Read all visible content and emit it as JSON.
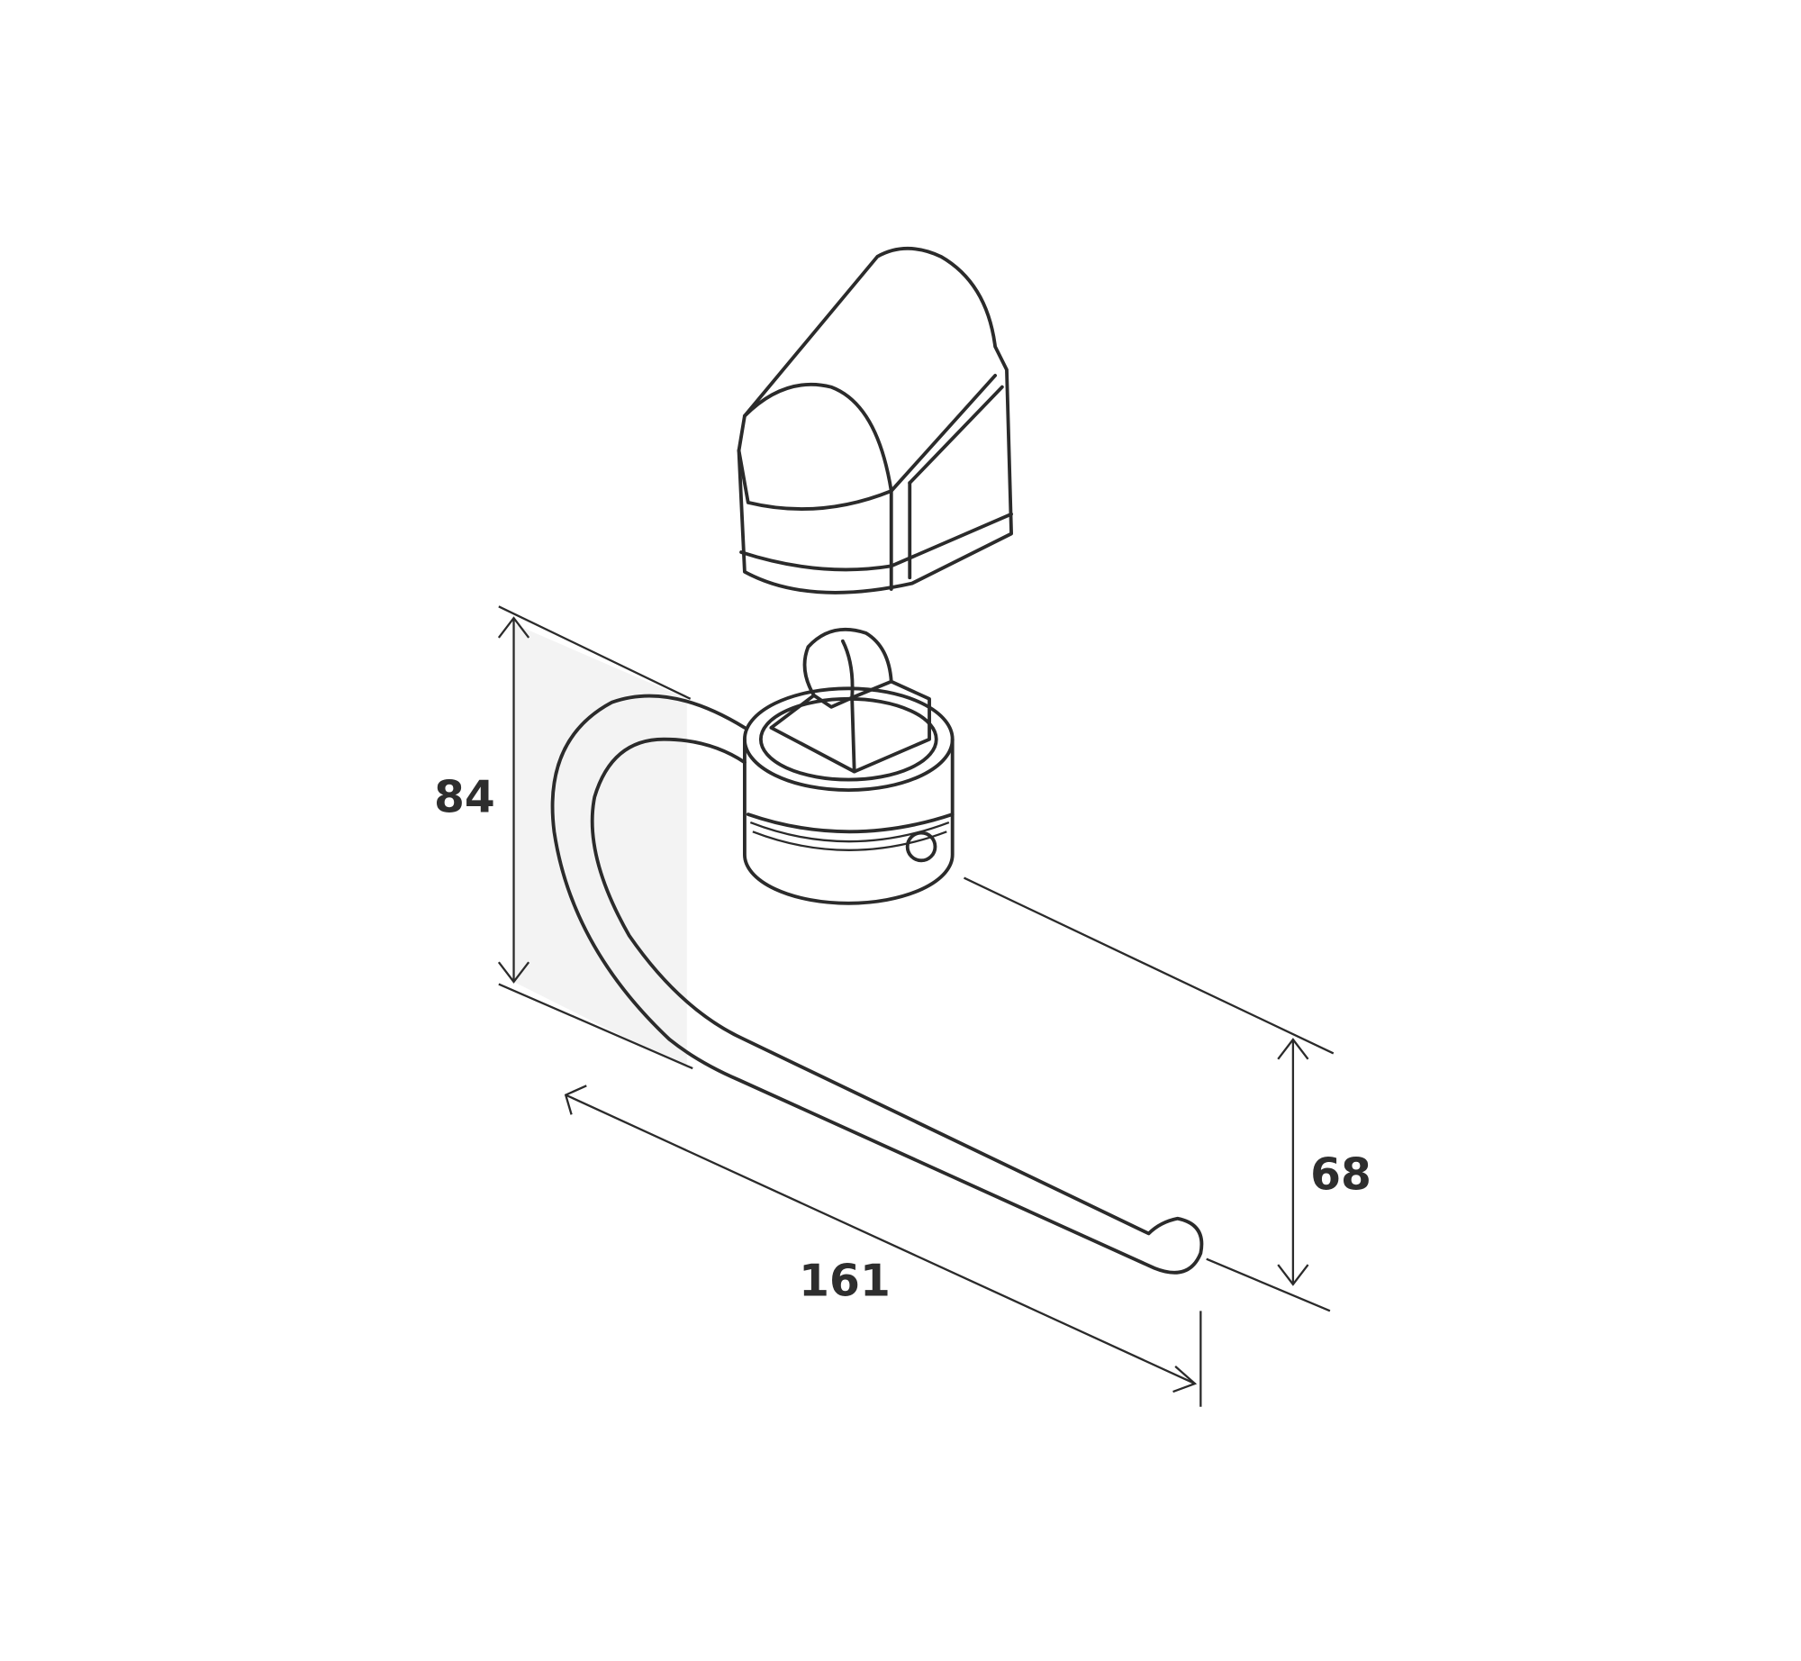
{
  "diagram": {
    "dimensions": [
      {
        "id": "height",
        "label": "84"
      },
      {
        "id": "depth",
        "label": "68"
      },
      {
        "id": "length",
        "label": "161"
      }
    ],
    "colors": {
      "cover_fill": "#c8c8c8",
      "knob_fill": "#bdbdbd",
      "wall_shade": "#f3f3f3",
      "line": "#2b2b2b"
    }
  }
}
